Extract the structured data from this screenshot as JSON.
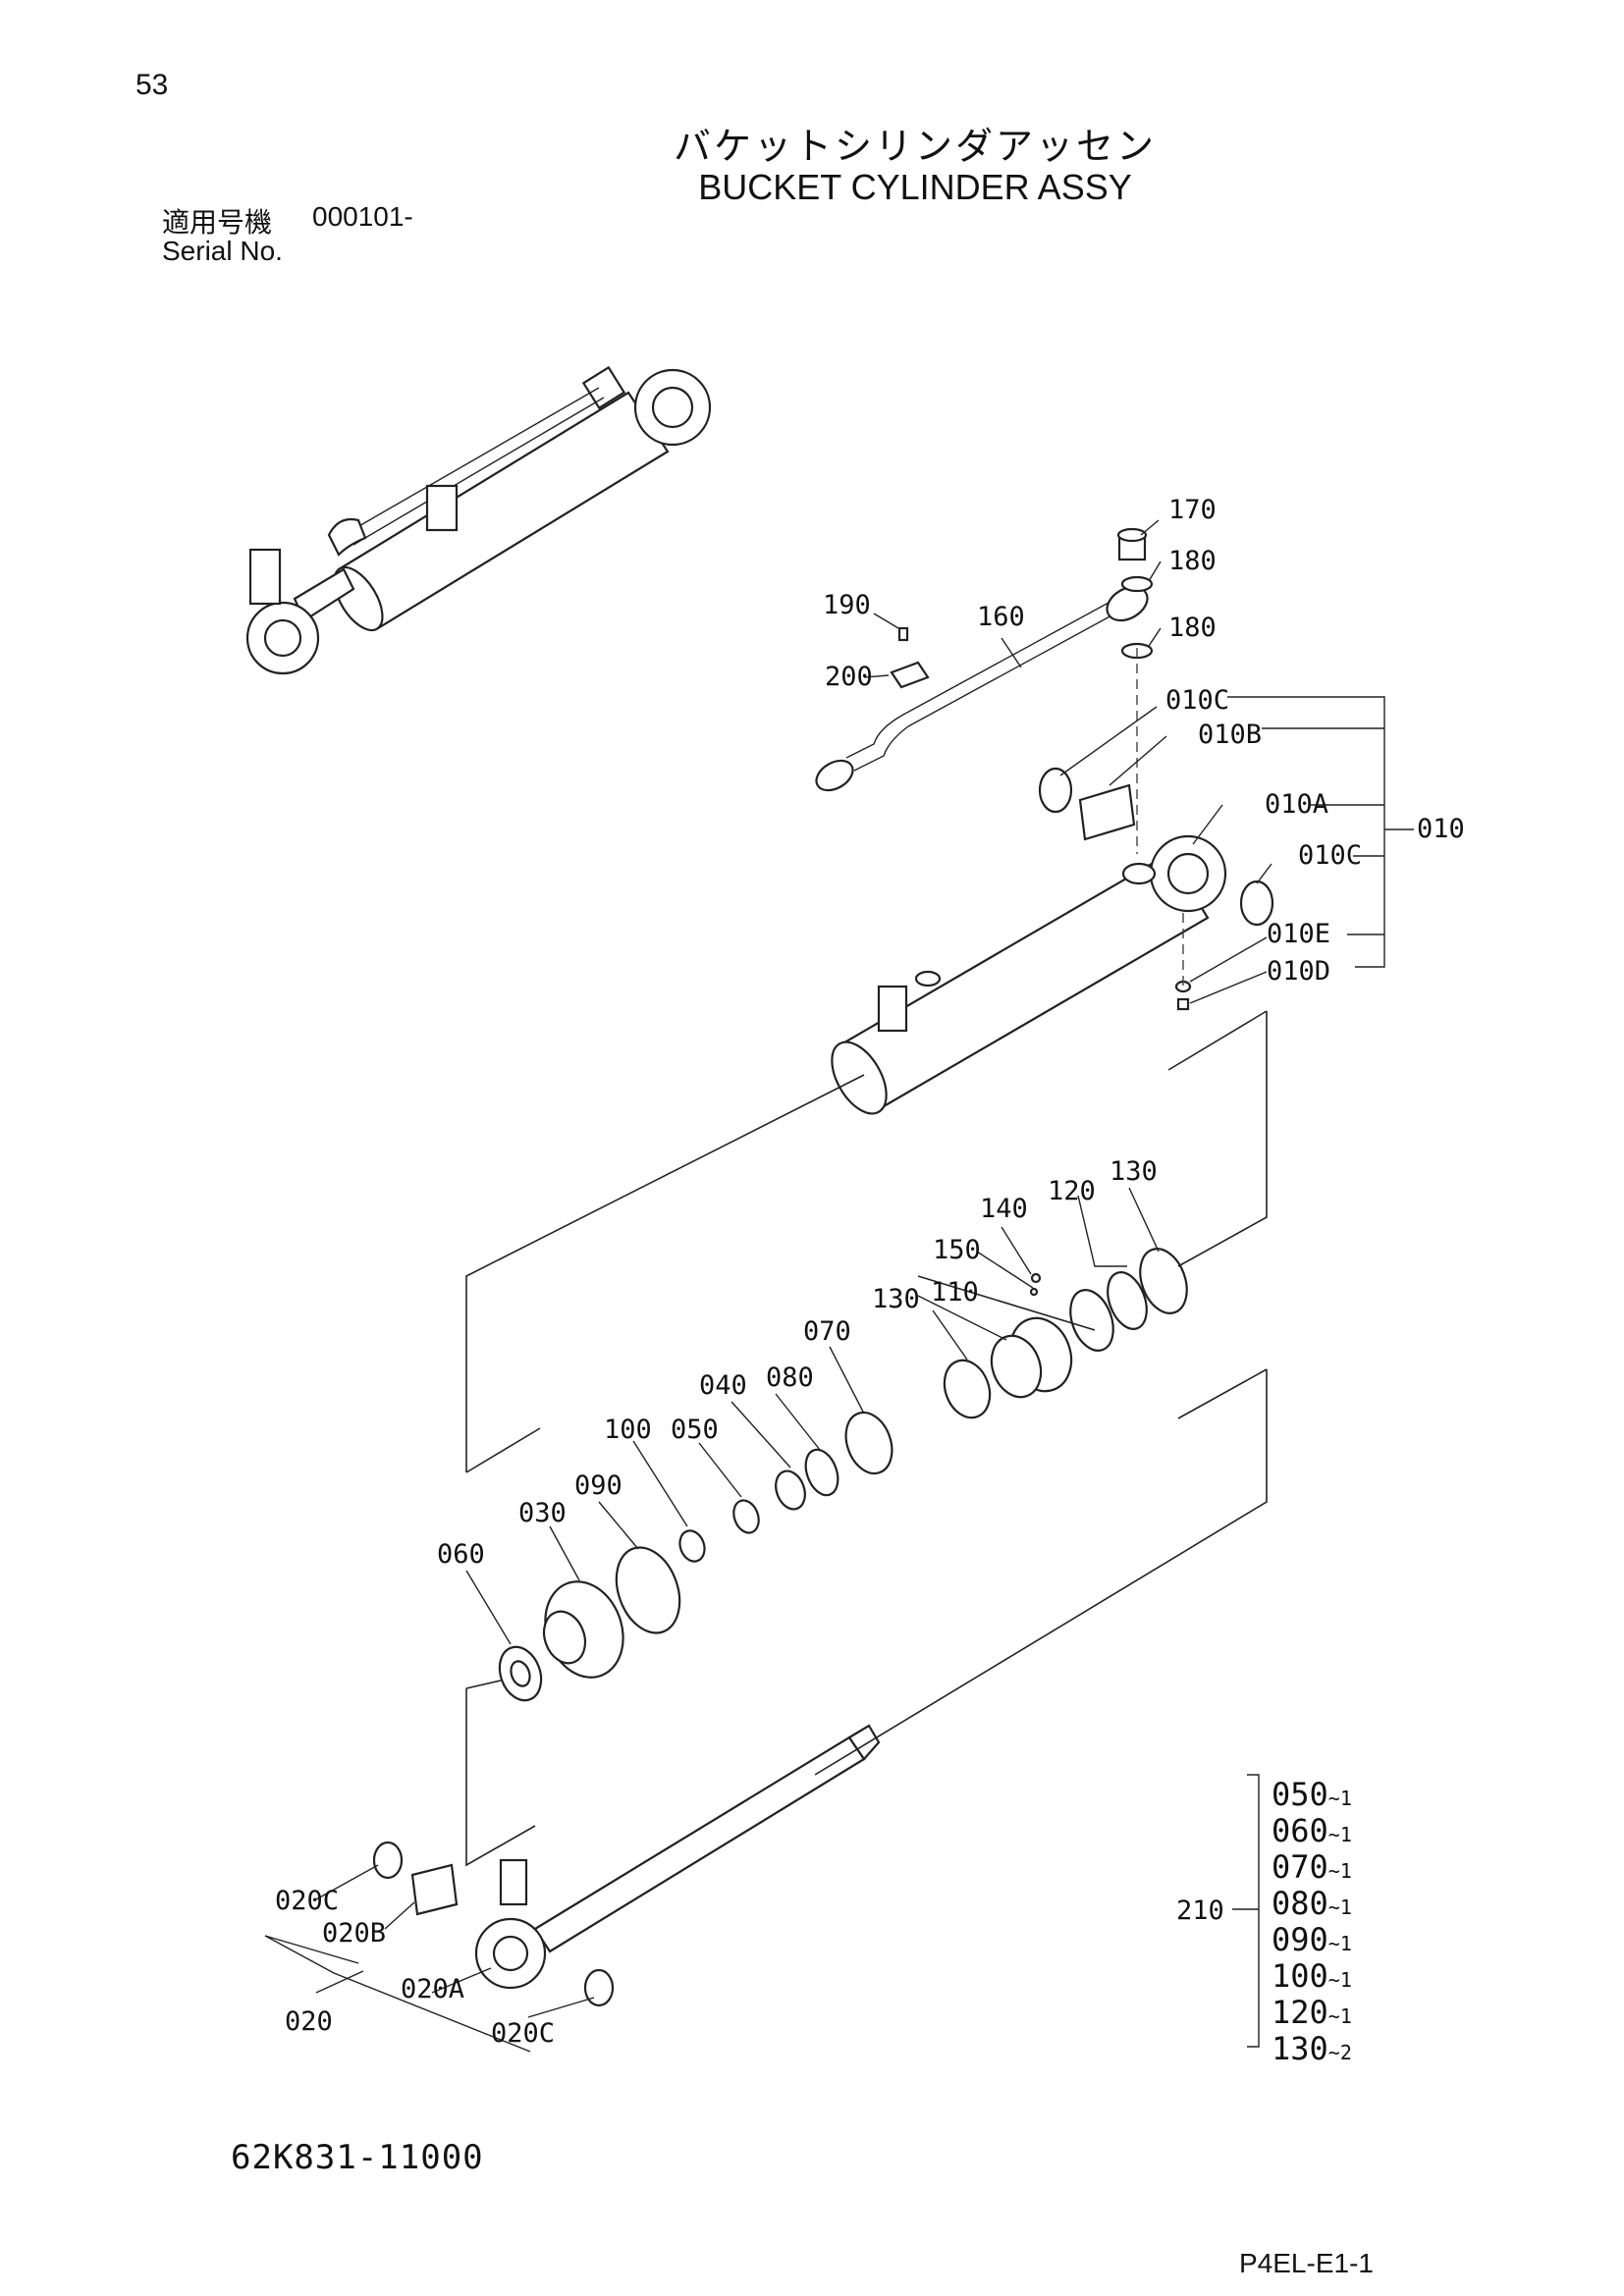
{
  "page": {
    "number": "53",
    "title_ja": "バケットシリンダアッセン",
    "title_en": "BUCKET CYLINDER ASSY",
    "serial_label_ja": "適用号機",
    "serial_value": "000101-",
    "serial_label_en": "Serial No.",
    "part_number": "62K831-11000",
    "page_code": "P4EL-E1-1"
  },
  "callouts": {
    "p170": "170",
    "p180a": "180",
    "p180b": "180",
    "p190": "190",
    "p160": "160",
    "p200": "200",
    "p010C_top": "010C",
    "p010B": "010B",
    "p010A": "010A",
    "p010": "010",
    "p010C_mid": "010C",
    "p010E": "010E",
    "p010D": "010D",
    "p140": "140",
    "p120": "120",
    "p130a": "130",
    "p150": "150",
    "p130b": "130",
    "p110": "110",
    "p070": "070",
    "p040": "040",
    "p080": "080",
    "p100": "100",
    "p050": "050",
    "p090": "090",
    "p030": "030",
    "p060": "060",
    "p020C_a": "020C",
    "p020B": "020B",
    "p020A": "020A",
    "p020": "020",
    "p020C_b": "020C",
    "p210": "210"
  },
  "seal_kit": {
    "label": "210",
    "items": [
      {
        "part": "050",
        "qty": "~1"
      },
      {
        "part": "060",
        "qty": "~1"
      },
      {
        "part": "070",
        "qty": "~1"
      },
      {
        "part": "080",
        "qty": "~1"
      },
      {
        "part": "090",
        "qty": "~1"
      },
      {
        "part": "100",
        "qty": "~1"
      },
      {
        "part": "120",
        "qty": "~1"
      },
      {
        "part": "130",
        "qty": "~2"
      }
    ]
  }
}
